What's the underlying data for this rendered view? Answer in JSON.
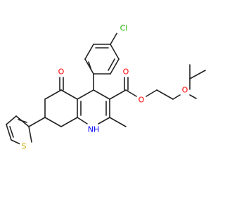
{
  "molecule": {
    "atom_labels": {
      "cl": "Cl",
      "o_ketone": "O",
      "o_ester_carbonyl": "O",
      "o_ester": "O",
      "o_ether": "O",
      "nh": "NH",
      "s": "S"
    }
  },
  "colors": {
    "bond": "#222222",
    "chlorine": "#1fb300",
    "oxygen": "#ff0000",
    "nitrogen": "#0000ff",
    "sulfur": "#c8a800"
  }
}
